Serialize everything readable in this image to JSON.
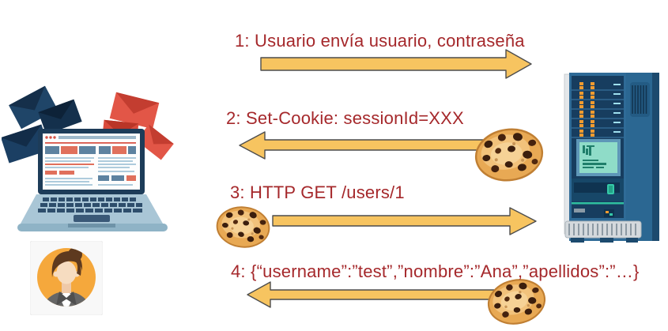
{
  "diagram": {
    "type": "sequence-flow-cookie-session",
    "entities": {
      "client_icon": "laptop-with-emails",
      "user_icon": "businesswoman-avatar",
      "server_icon": "server-tower",
      "cookie_icon": "chocolate-chip-cookie"
    },
    "messages": [
      {
        "label": "1: Usuario envía usuario, contraseña",
        "direction": "right",
        "has_cookie": false,
        "cookie_side": null
      },
      {
        "label": "2: Set-Cookie: sessionId=XXX",
        "direction": "left",
        "has_cookie": true,
        "cookie_side": "right"
      },
      {
        "label": "3: HTTP GET /users/1",
        "direction": "right",
        "has_cookie": true,
        "cookie_side": "left"
      },
      {
        "label": "4: {“username”:”test”,”nombre”:”Ana”,”apellidos”:”…}",
        "direction": "left",
        "has_cookie": true,
        "cookie_side": "right"
      }
    ],
    "colors": {
      "message_text": "#A5282B",
      "arrow_fill": "#F7C460",
      "arrow_stroke": "#4D4D4D",
      "avatar_background": "#F5A83C",
      "server_blue": "#2F6B97",
      "cookie_tan": "#E8A954"
    }
  }
}
